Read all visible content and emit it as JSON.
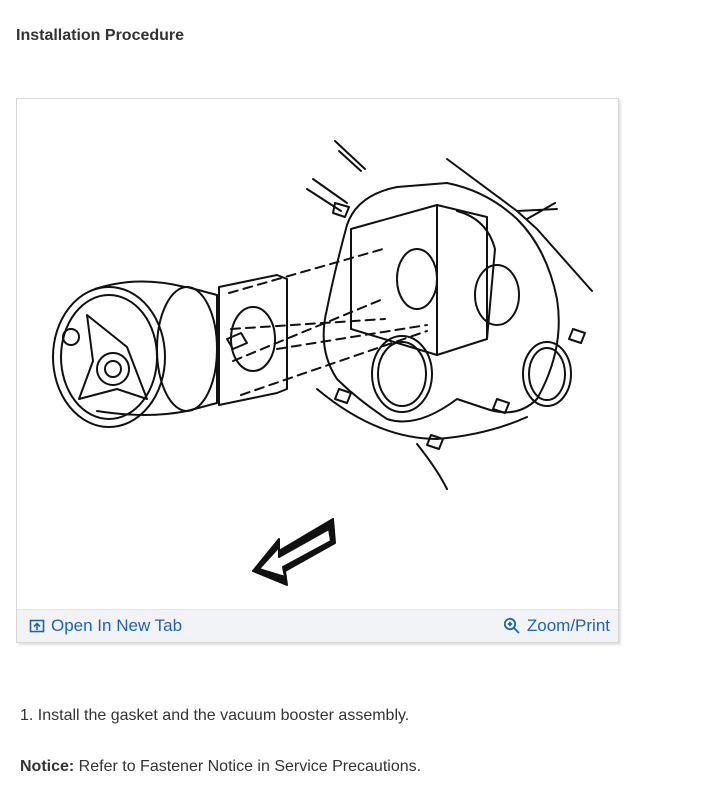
{
  "header": {
    "title": "Installation Procedure"
  },
  "figure": {
    "open_label": "Open In New Tab",
    "zoom_label": "Zoom/Print",
    "open_icon": "open-new-tab-icon",
    "zoom_icon": "magnifier-icon",
    "link_color": "#1f63b4"
  },
  "steps": [
    {
      "text": "1. Install the gasket and the vacuum booster assembly."
    }
  ],
  "notice": {
    "label": "Notice:",
    "text": " Refer to Fastener Notice in Service Precautions."
  }
}
